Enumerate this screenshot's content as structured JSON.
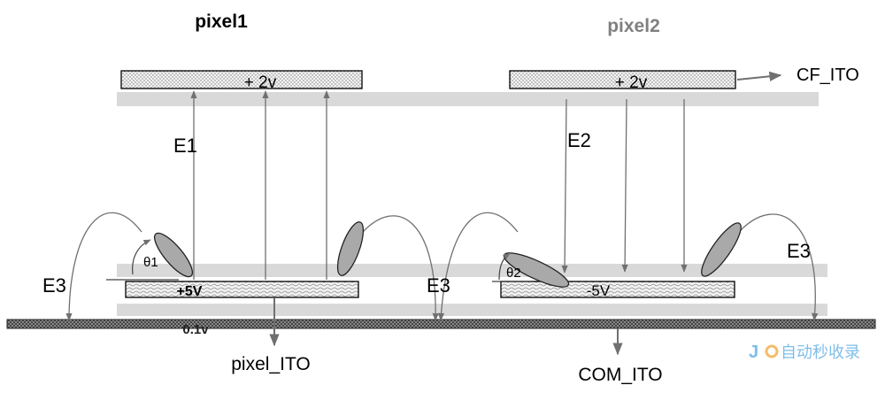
{
  "pixels": [
    {
      "title": "pixel1",
      "cf_voltage": "+ 2v",
      "electrode_voltage": "+5V",
      "field_label": "E1",
      "angle_label": "θ1"
    },
    {
      "title": "pixel2",
      "cf_voltage": "+ 2v",
      "electrode_voltage": "-5V",
      "field_label": "E2",
      "angle_label": "θ2"
    }
  ],
  "fringe_field_label": "E3",
  "common_voltage": "0.1v",
  "labels": {
    "cf_ito": "CF_ITO",
    "pixel_ito": "pixel_ITO",
    "com_ito": "COM_ITO"
  },
  "watermark": "自动秒收录",
  "colors": {
    "line": "#707070",
    "layer": "#d9d9d9",
    "lc_fill": "#a9a9a9",
    "title2": "#808080"
  }
}
